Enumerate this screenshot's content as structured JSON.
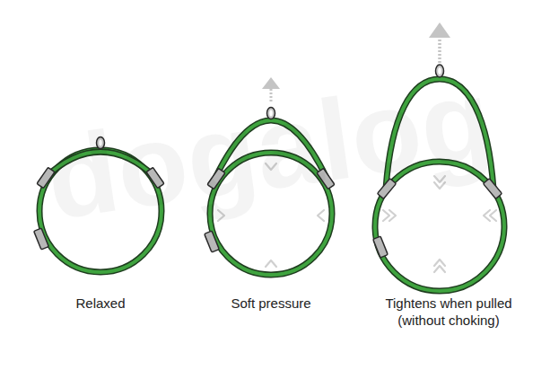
{
  "diagram": {
    "labels": [
      "Relaxed",
      "Soft pressure",
      "Tightens when pulled (without choking)",
      "dogalog"
    ]
  }
}
